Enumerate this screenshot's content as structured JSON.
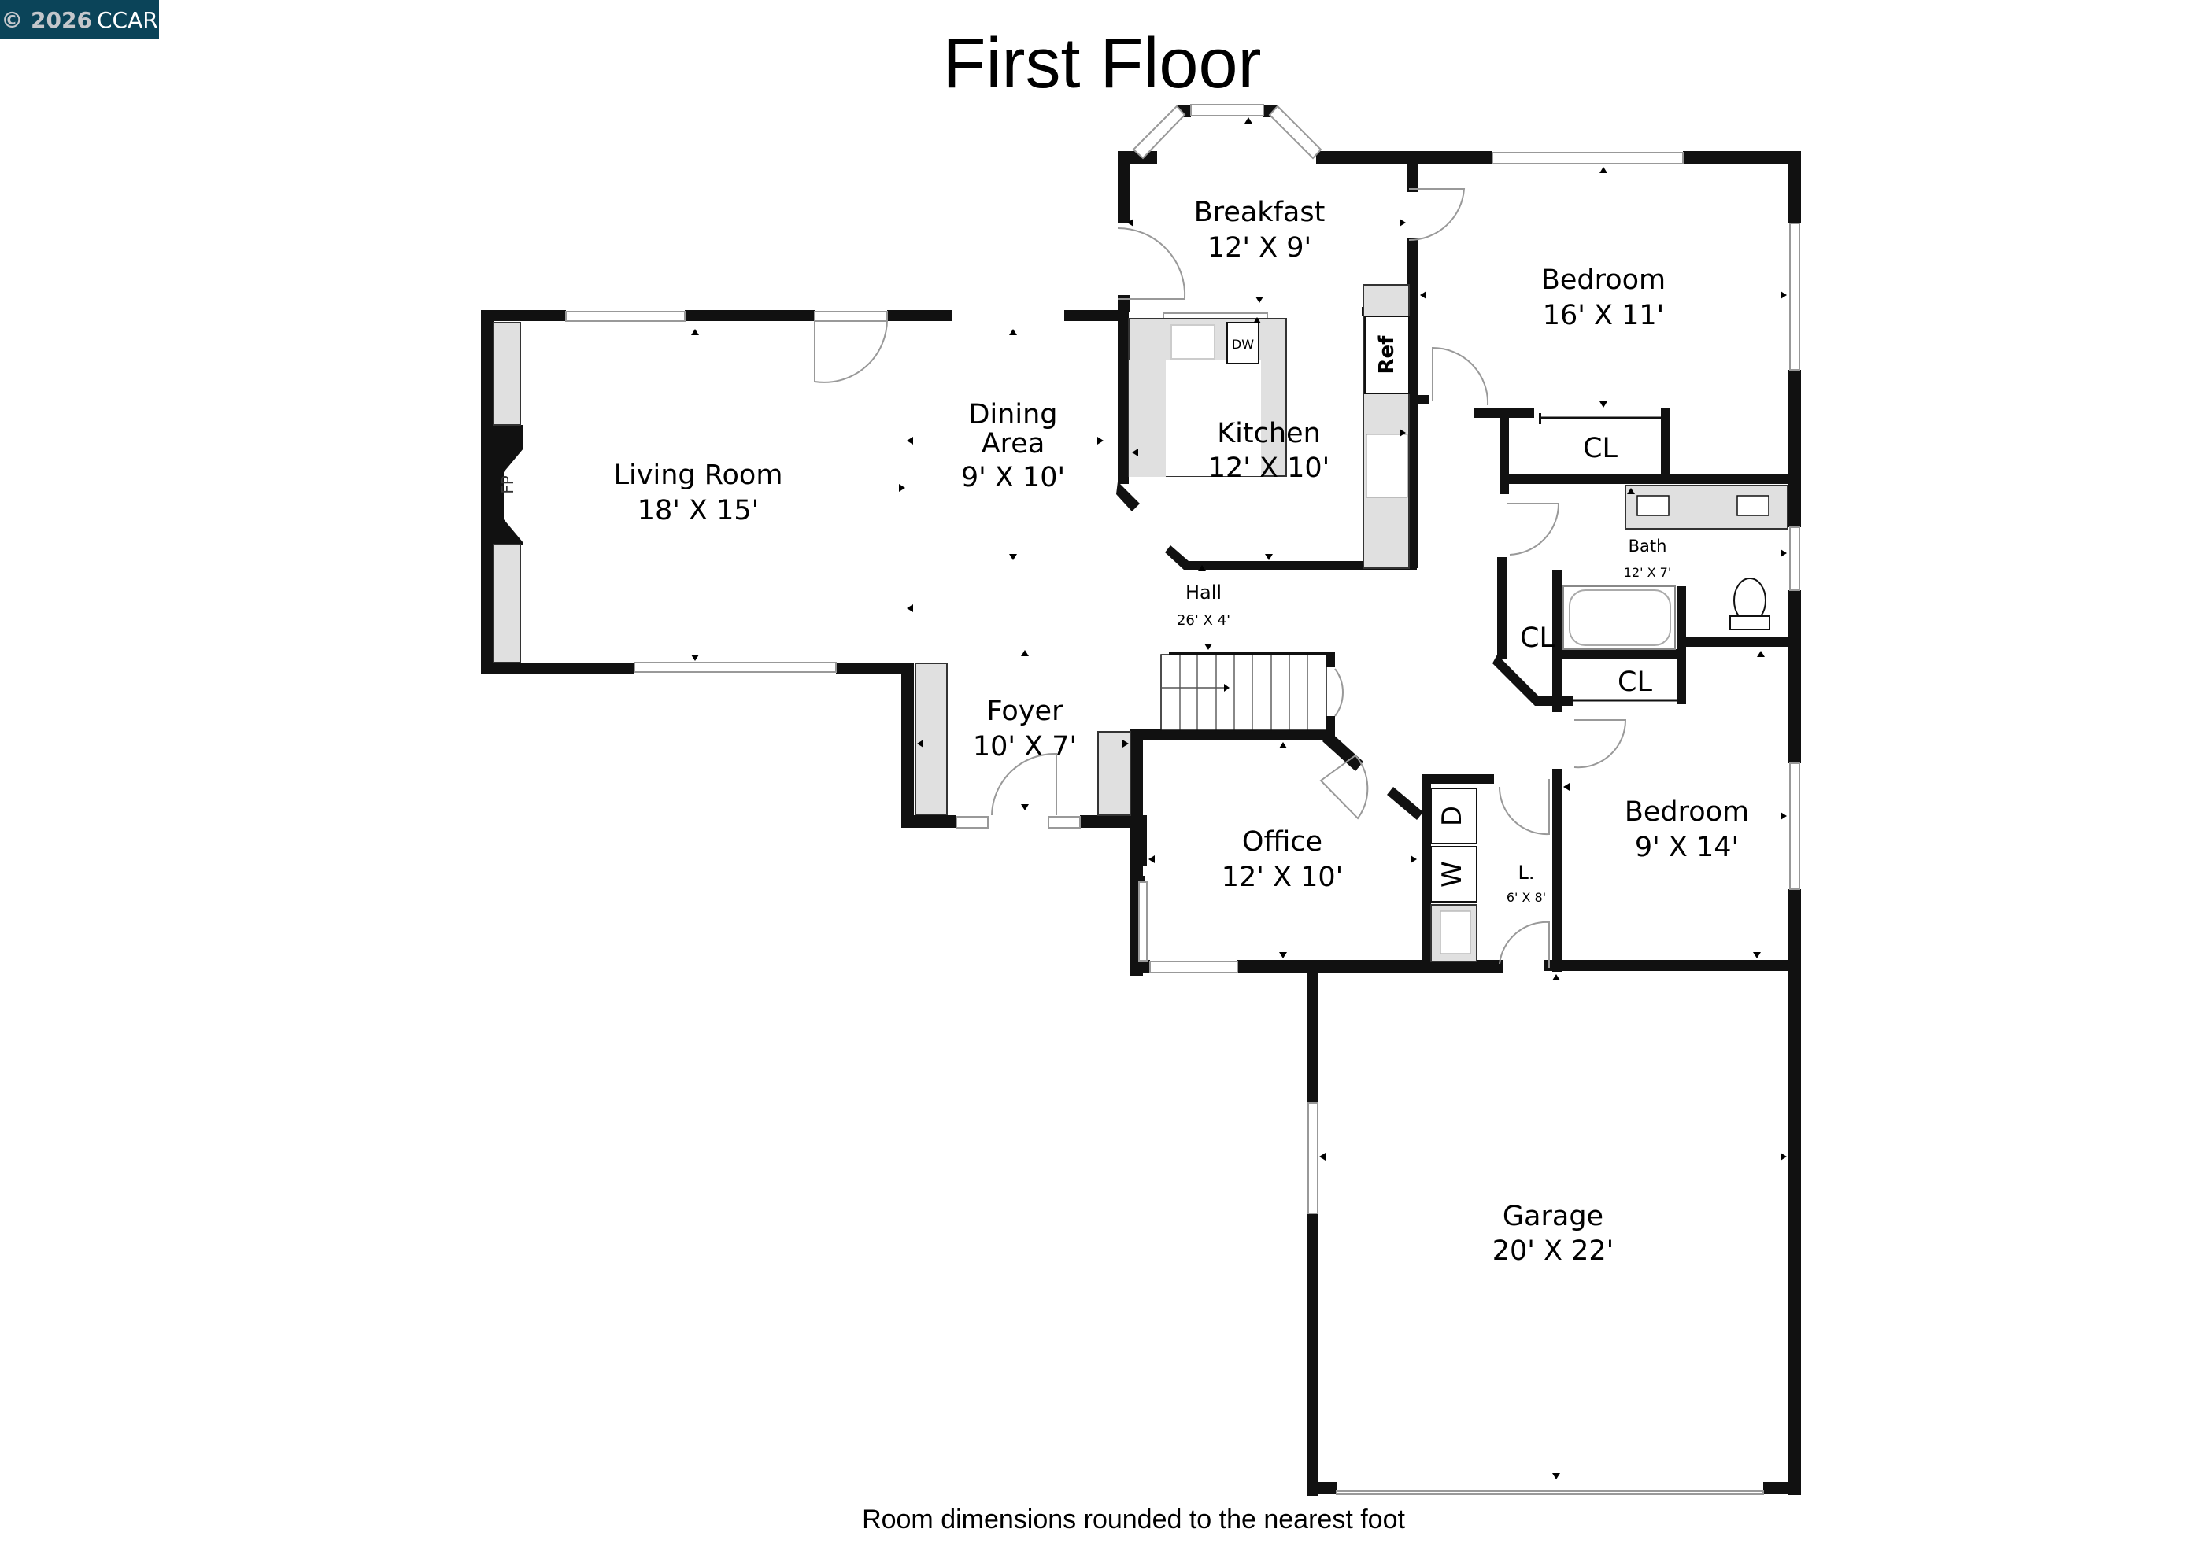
{
  "badge": {
    "copyright_year": "© 2026",
    "org": "CCAR"
  },
  "title": "First Floor",
  "footnote": "Room dimensions rounded to the nearest foot",
  "rooms": {
    "breakfast": {
      "name": "Breakfast",
      "dims": "12' X 9'"
    },
    "bedroom1": {
      "name": "Bedroom",
      "dims": "16' X 11'"
    },
    "living": {
      "name": "Living Room",
      "dims": "18' X 15'"
    },
    "dining": {
      "name_line1": "Dining",
      "name_line2": "Area",
      "dims": "9' X 10'"
    },
    "kitchen": {
      "name": "Kitchen",
      "dims": "12' X 10'"
    },
    "hall": {
      "name": "Hall",
      "dims": "26' X 4'"
    },
    "bath": {
      "name": "Bath",
      "dims": "12' X 7'"
    },
    "closet1": {
      "name": "CL"
    },
    "closet2": {
      "name": "CL"
    },
    "closet3": {
      "name": "CL"
    },
    "foyer": {
      "name": "Foyer",
      "dims": "10' X 7'"
    },
    "office": {
      "name": "Office",
      "dims": "12' X 10'"
    },
    "laundry": {
      "name": "L.",
      "dims": "6' X 8'"
    },
    "bedroom2": {
      "name": "Bedroom",
      "dims": "9' X 14'"
    },
    "garage": {
      "name": "Garage",
      "dims": "20' X 22'"
    }
  },
  "fixtures": {
    "fireplace": "FP",
    "dishwasher": "DW",
    "refrigerator": "Ref",
    "dryer": "D",
    "washer": "W"
  },
  "colors": {
    "badge_bg": "#0b4459",
    "wall": "#111111",
    "counter": "#e0e0e0"
  }
}
